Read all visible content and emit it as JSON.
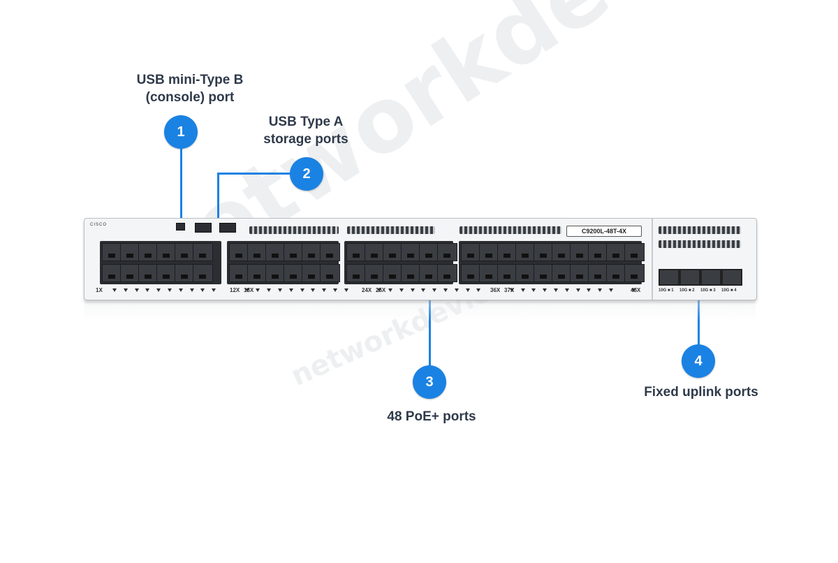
{
  "watermark": {
    "big": "networkdevices",
    "small": "networkdevices.com"
  },
  "callouts": [
    {
      "number": "1",
      "label_line1": "USB mini-Type B",
      "label_line2": "(console) port"
    },
    {
      "number": "2",
      "label_line1": "USB Type A",
      "label_line2": "storage ports"
    },
    {
      "number": "3",
      "label": "48 PoE+ ports"
    },
    {
      "number": "4",
      "label": "Fixed uplink ports"
    }
  ],
  "switch": {
    "model": "C9200L-48T-4X",
    "logo": "CISCO",
    "port_numbers": [
      "1X",
      "12X",
      "13X",
      "24X",
      "25X",
      "36X",
      "37X",
      "48X"
    ],
    "uplinks": [
      "10G ■ 1",
      "10G ■ 2",
      "10G ■ 3",
      "10G ■ 4"
    ]
  },
  "colors": {
    "accent": "#1a82e3",
    "label_text": "#2f3a4a"
  }
}
